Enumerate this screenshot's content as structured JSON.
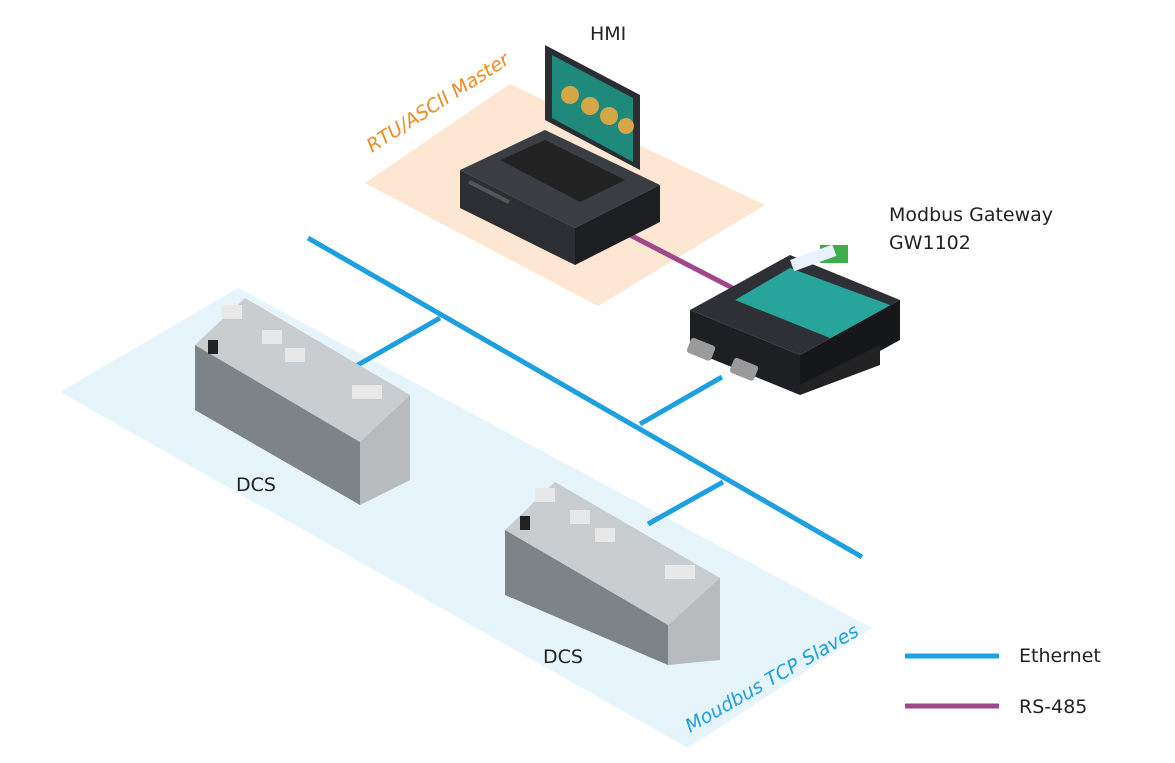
{
  "nodes": {
    "hmi": {
      "label": "HMI"
    },
    "gateway": {
      "label_line1": "Modbus Gateway",
      "label_line2": "GW1102"
    },
    "dcs_1": {
      "label": "DCS"
    },
    "dcs_2": {
      "label": "DCS"
    }
  },
  "zones": {
    "master": {
      "label": "RTU/ASCII Master",
      "color": "#f08a24",
      "fill": "#fde6d2"
    },
    "slaves": {
      "label": "Moudbus TCP Slaves",
      "color": "#1ea0e0",
      "fill": "#e3f3fc"
    }
  },
  "legend": [
    {
      "label": "Ethernet",
      "color": "#1ea0e0"
    },
    {
      "label": "RS-485",
      "color": "#a0468a"
    }
  ]
}
